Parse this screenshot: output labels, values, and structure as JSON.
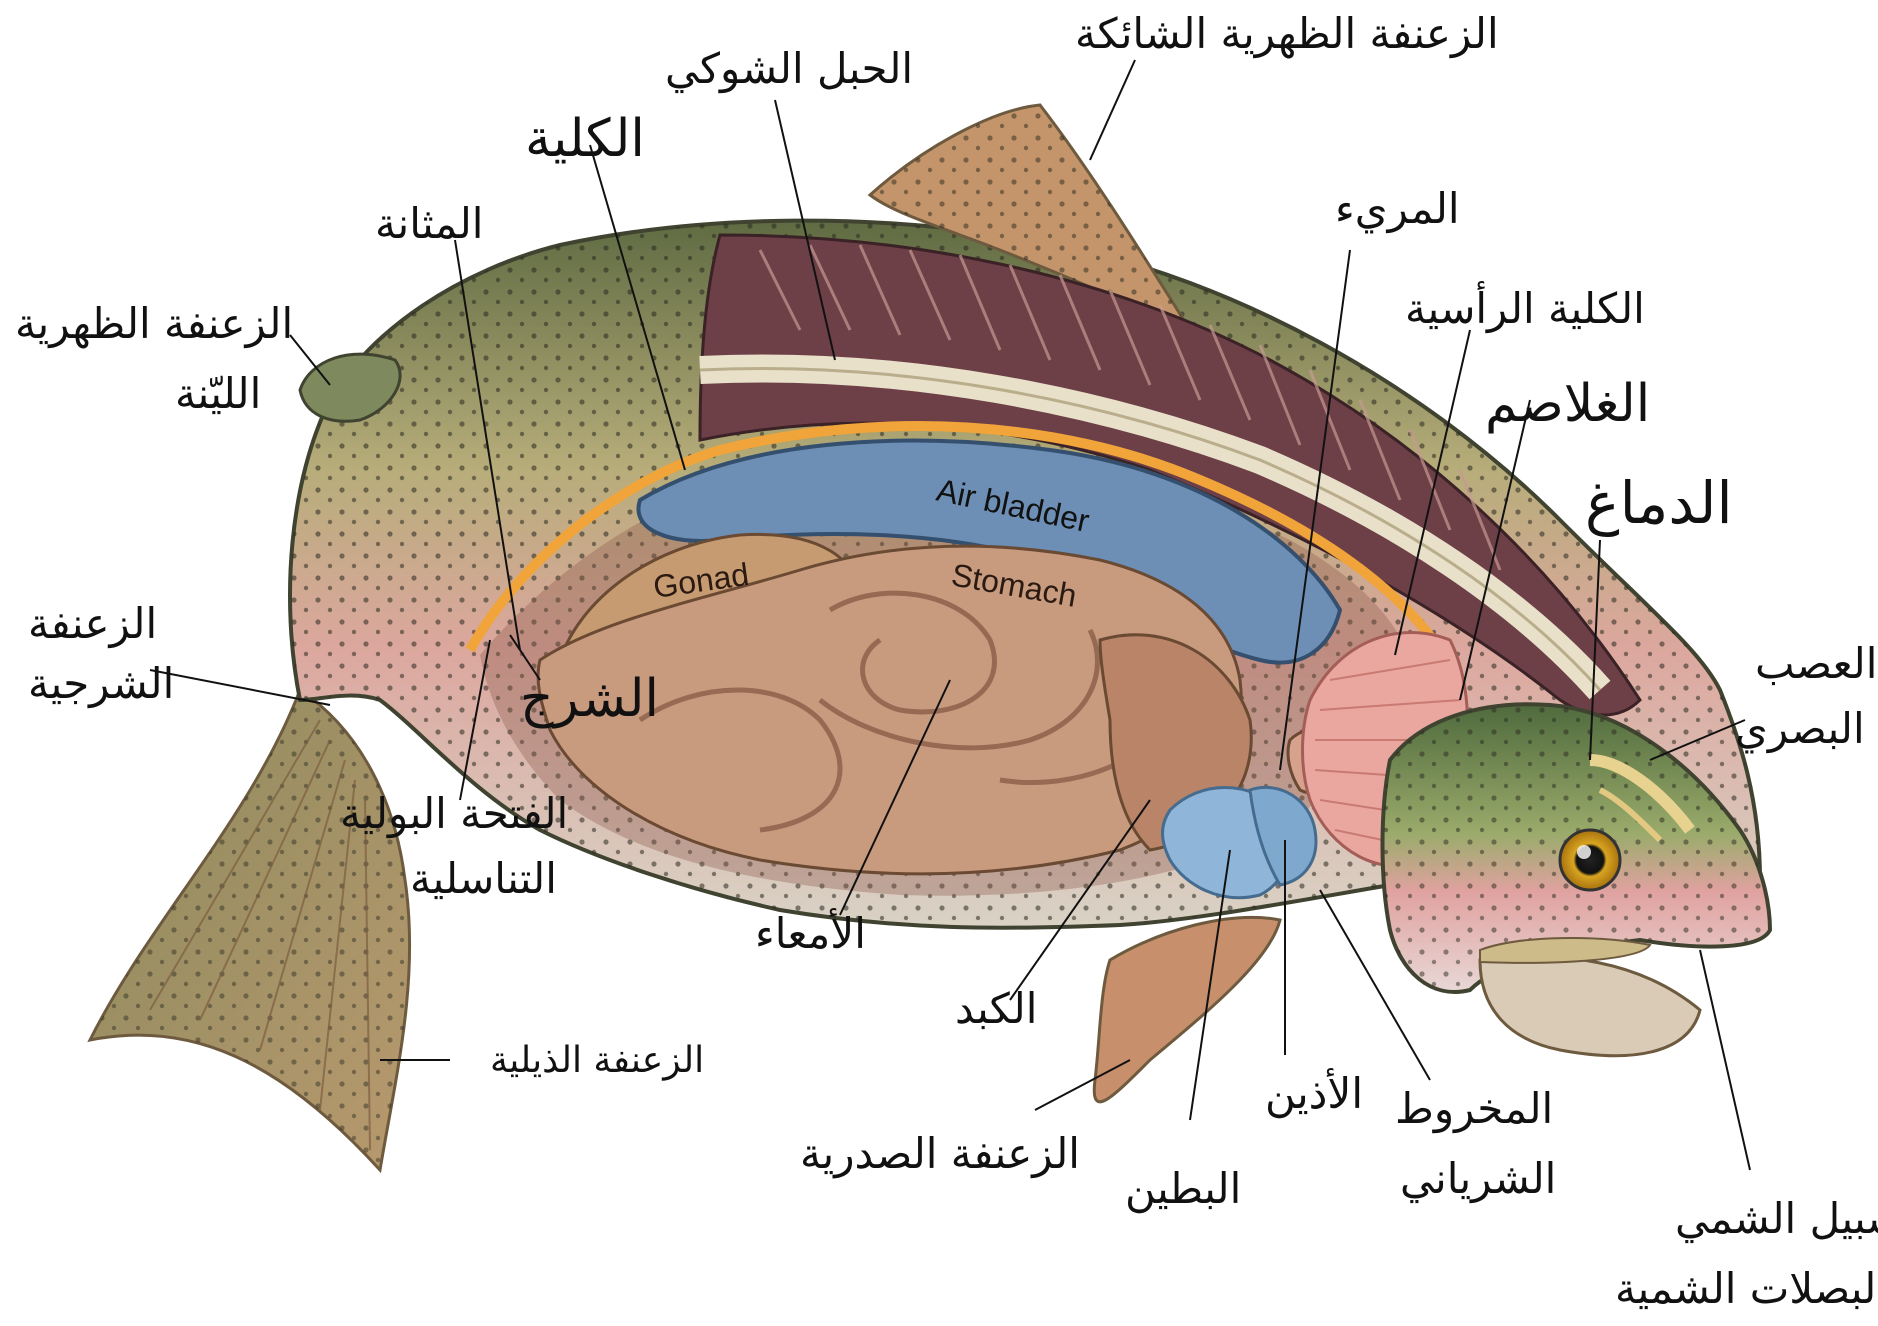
{
  "organs": {
    "air_bladder": "Air bladder",
    "gonad": "Gonad",
    "stomach": "Stomach"
  },
  "labels": {
    "spiny_dorsal_fin": "الزعنفة الظهرية الشائكة",
    "spinal_cord": "الحبل الشوكي",
    "kidney": "الكلية",
    "bladder": "المثانة",
    "soft_dorsal_fin_1": "الزعنفة الظهرية",
    "soft_dorsal_fin_2": "الليّنة",
    "anal_fin_1": "الزعنفة",
    "anal_fin_2": "الشرجية",
    "anus": "الشرج",
    "urogenital_1": "الفتحة البولية",
    "urogenital_2": "التناسلية",
    "intestine": "الأمعاء",
    "tail_fin": "الزعنفة الذيلية",
    "liver": "الكبد",
    "pectoral_fin": "الزعنفة الصدرية",
    "ventricle": "البطين",
    "atrium": "الأذين",
    "conus_1": "المخروط",
    "conus_2": "الشرياني",
    "olfactory_1": "السبيل الشمي",
    "olfactory_2": "والبصلات الشمية",
    "optic_nerve_1": "العصب",
    "optic_nerve_2": "البصري",
    "brain": "الدماغ",
    "gills": "الغلاصم",
    "head_kidney": "الكلية الرأسية",
    "esophagus": "المريء"
  },
  "colors": {
    "body_side": "#b7ad7a",
    "back_dark": "#5f6b42",
    "cutaway_muscle": "#6d3f47",
    "air_bladder": "#6d8fb5",
    "cavity_line": "#f0a43a",
    "gut": "#c89a7e",
    "gill": "#e9a7a0",
    "heart": "#8fb6d8",
    "fin": "#c78f6c"
  }
}
